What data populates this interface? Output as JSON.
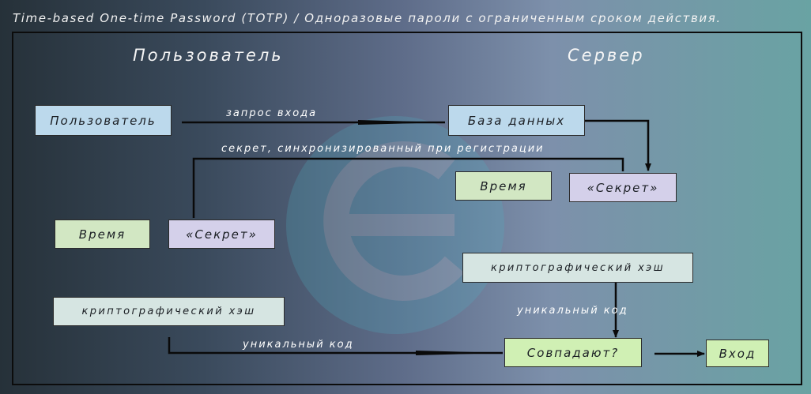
{
  "title": "Time-based One-time Password (TOTP) / Одноразовые пароли с ограниченным сроком действия.",
  "columns": {
    "user": "Пользователь",
    "server": "Сервер"
  },
  "nodes": {
    "user": "Пользователь",
    "database": "База данных",
    "server_time": "Время",
    "server_secret": "«Секрет»",
    "user_time": "Время",
    "user_secret": "«Секрет»",
    "server_hash": "криптографический хэш",
    "user_hash": "криптографический хэш",
    "match": "Совпадают?",
    "login": "Вход"
  },
  "edges": {
    "login_request": "запрос входа",
    "shared_secret": "секрет, синхронизированный при регистрации",
    "server_code": "уникальный код",
    "user_code": "уникальный код"
  },
  "colors": {
    "user_box": "#bcd9ec",
    "time_box": "#d2e7c3",
    "secret_box": "#d4d0ea",
    "hash_box": "#d6e5e2",
    "result_box": "#d0f0b4",
    "line": "#0a0a0a"
  }
}
